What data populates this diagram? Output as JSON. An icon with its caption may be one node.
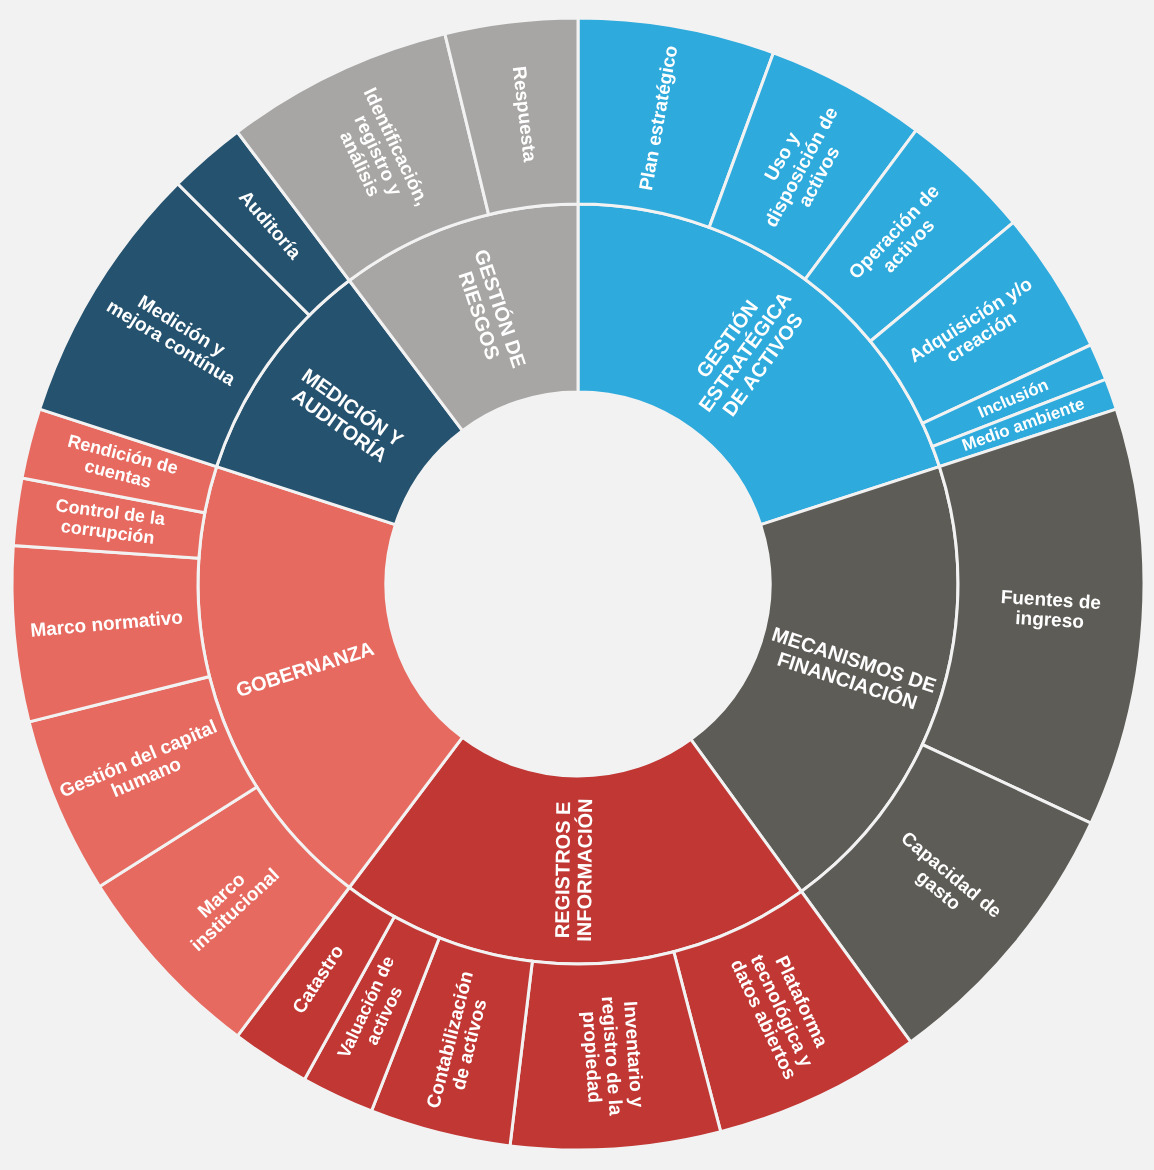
{
  "diagram": {
    "nodes": [
      {
        "text": [
          "GESTIÓN ESTRATÉGICA DE ACTIVOS"
        ]
      },
      {
        "text": [
          "Plan estratégico"
        ]
      },
      {
        "text": [
          "Uso y disposición de activos"
        ]
      },
      {
        "text": [
          "Operación de activos"
        ]
      },
      {
        "text": [
          "Adquisición y/o creación"
        ]
      },
      {
        "text": [
          "Inclusión"
        ]
      },
      {
        "text": [
          "Medio ambiente"
        ]
      },
      {
        "text": [
          "MECANISMOS DE FINANCIACIÓN"
        ]
      },
      {
        "text": [
          "Fuentes de ingreso"
        ]
      },
      {
        "text": [
          "Capacidad de gasto"
        ]
      },
      {
        "text": [
          "REGISTROS E INFORMACIÓN"
        ]
      },
      {
        "text": [
          "Plataforma tecnológica y datos abiertos"
        ]
      },
      {
        "text": [
          "Inventario y registro de la propiedad"
        ]
      },
      {
        "text": [
          "Contabilización de activos"
        ]
      },
      {
        "text": [
          "Valuación de activos"
        ]
      },
      {
        "text": [
          "Catastro"
        ]
      },
      {
        "text": [
          "GOBERNANZA"
        ]
      },
      {
        "text": [
          "Marco institucional"
        ]
      },
      {
        "text": [
          "Gestión del capital humano"
        ]
      },
      {
        "text": [
          "Marco normativo"
        ]
      },
      {
        "text": [
          "Control de la corrupción"
        ]
      },
      {
        "text": [
          "Rendición de cuentas"
        ]
      },
      {
        "text": [
          "MEDICIÓN Y AUDITORÍA"
        ]
      },
      {
        "text": [
          "Medición y mejora contínua"
        ]
      },
      {
        "text": [
          "Auditoría"
        ]
      },
      {
        "text": [
          "GESTIÓN DE RIESGOS"
        ]
      },
      {
        "text": [
          "Identificación, registro y análisis"
        ]
      },
      {
        "text": [
          "Respuesta"
        ]
      }
    ]
  }
}
